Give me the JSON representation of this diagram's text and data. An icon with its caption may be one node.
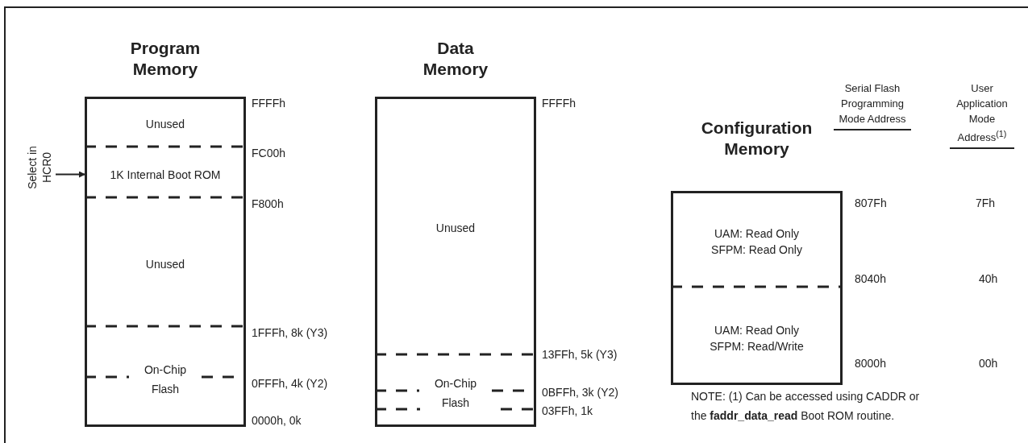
{
  "diagram": {
    "nodes": [
      {
        "text": [
          "Program Memory"
        ]
      },
      {
        "text": [
          "Unused"
        ],
        "in": 0
      },
      {
        "text": [
          "1K Internal Boot ROM"
        ],
        "in": 0
      },
      {
        "text": [
          "Unused"
        ],
        "in": 0
      },
      {
        "text": [
          "On-Chip Flash"
        ],
        "in": 0
      },
      {
        "text": [
          "Select in HCR0"
        ]
      },
      {
        "text": [
          "Data Memory"
        ]
      },
      {
        "text": [
          "Unused"
        ],
        "in": 6
      },
      {
        "text": [
          "On-Chip Flash"
        ],
        "in": 6
      },
      {
        "text": [
          "Configuration Memory"
        ]
      },
      {
        "text": [
          "UAM: Read Only SFPM: Read Only"
        ],
        "in": 9
      },
      {
        "text": [
          "UAM: Read Only SFPM: Read/Write"
        ],
        "in": 9
      }
    ],
    "edges": [
      {
        "from": 5,
        "to": 2,
        "arrow": "to"
      }
    ],
    "labels": [
      "FFFFh",
      "FC00h",
      "F800h",
      "1FFFh, 8k (Y3)",
      "0FFFh, 4k (Y2)",
      "0000h, 0k",
      "FFFFh",
      "13FFh, 5k (Y3)",
      "0BFFh, 3k (Y2)",
      "03FFh, 1k",
      "Serial Flash Programming Mode Address",
      "User Application Mode Address$^{(1)}$",
      "807Fh",
      "7Fh",
      "8040h",
      "40h",
      "8000h",
      "00h",
      "NOTE: (1) Can be accessed using CADDR or the **faddr_data_read** Boot ROM routine."
    ]
  }
}
